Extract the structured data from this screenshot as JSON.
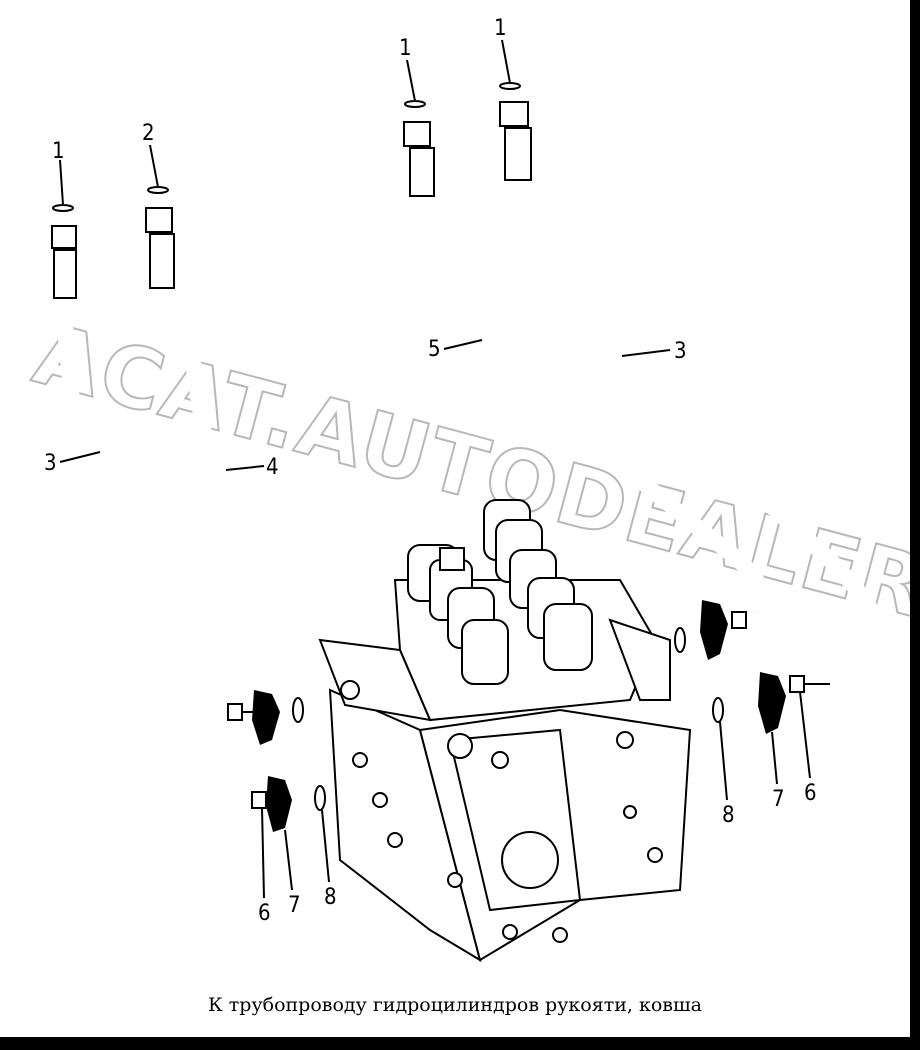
{
  "watermark": "ACAT.AUTODEALER.RU",
  "caption": "К трубопроводу гидроцилиндров рукояти, ковша",
  "callouts": [
    {
      "id": "c1a",
      "label": "1"
    },
    {
      "id": "c2",
      "label": "2"
    },
    {
      "id": "c1b",
      "label": "1"
    },
    {
      "id": "c1c",
      "label": "1"
    },
    {
      "id": "c3a",
      "label": "3"
    },
    {
      "id": "c4",
      "label": "4"
    },
    {
      "id": "c5",
      "label": "5"
    },
    {
      "id": "c3b",
      "label": "3"
    },
    {
      "id": "c6a",
      "label": "6"
    },
    {
      "id": "c7a",
      "label": "7"
    },
    {
      "id": "c8a",
      "label": "8"
    },
    {
      "id": "c8b",
      "label": "8"
    },
    {
      "id": "c7b",
      "label": "7"
    },
    {
      "id": "c6b",
      "label": "6"
    }
  ]
}
